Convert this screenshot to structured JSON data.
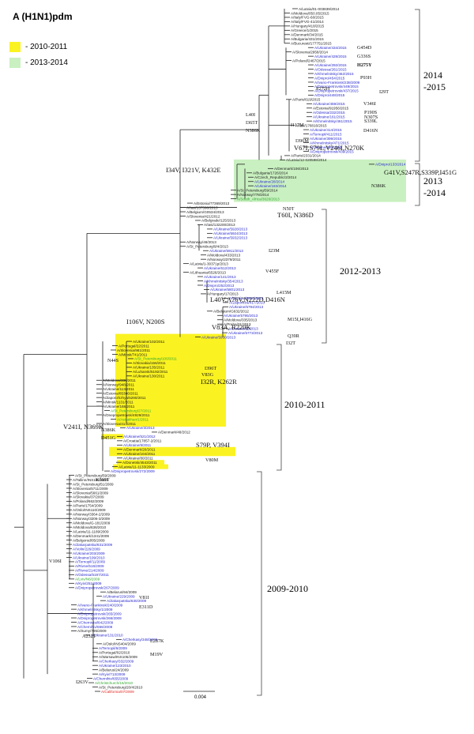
{
  "title": "A (H1N1)pdm",
  "legend": [
    {
      "label": "- 2010-2011",
      "color": "#fbf321"
    },
    {
      "label": "- 2013-2014",
      "color": "#c9f0c0"
    }
  ],
  "periods": [
    {
      "l1": "2014",
      "l2": "-2015"
    },
    {
      "l1": "2013",
      "l2": "-2014"
    },
    {
      "l1": "2012-2013",
      "l2": ""
    },
    {
      "l1": "2010-2011",
      "l2": ""
    },
    {
      "l1": "2009-2010",
      "l2": ""
    }
  ],
  "scale_label": "0.004",
  "colors": {
    "black": "#1a1a1a",
    "blue": "#2a2ad0",
    "green": "#2ea82e",
    "red": "#e0261e"
  },
  "leaves": [
    [
      "A/Latvia/01-003839/2014",
      "k"
    ],
    [
      "A/Moldova/050.05/2015",
      "k"
    ],
    [
      "A/Italy/FVG-60/2015",
      "k"
    ],
    [
      "A/Italy/FVG-41/2014",
      "k"
    ],
    [
      "A/Hungary/418/2015",
      "k"
    ],
    [
      "A/Greece/1/2015",
      "k"
    ],
    [
      "A/Denmark/34/2015",
      "k"
    ],
    [
      "A/Bulgaria/431/2015",
      "k"
    ],
    [
      "A/Bucuresti/177751/2015",
      "k"
    ],
    [
      "A/Ukraine/434/2015",
      "b"
    ],
    [
      "A/Slovenia/2958/2014",
      "k"
    ],
    [
      "A/Ukraine/428/2015",
      "b"
    ],
    [
      "A/Poland/2467/2015",
      "k"
    ],
    [
      "A/Ukraine/292/2015",
      "b"
    ],
    [
      "A/Odessa/261/2015",
      "b"
    ],
    [
      "A/Khmelnitsky/462/2015",
      "b"
    ],
    [
      "A/Dnipro/454/2015",
      "b"
    ],
    [
      "A/Ivano-Frankivsk/238/2009",
      "b"
    ],
    [
      "A/Dnipropetrovsk/449/2015",
      "b"
    ],
    [
      "A/Dnipropetrovsk/437/2015",
      "b"
    ],
    [
      "A/Dnipro/448/2015",
      "b"
    ],
    [
      "A/Paris/619/2015",
      "k"
    ],
    [
      "A/Ukraine/459/2015",
      "b"
    ],
    [
      "A/Estonia/91956/2015",
      "k"
    ],
    [
      "A/Odessa/232/2015",
      "b"
    ],
    [
      "A/Ukraine/161/2015",
      "b"
    ],
    [
      "A/Khmelnitsky/461/2015",
      "b"
    ],
    [
      "A/Iasi/176816/2015",
      "k"
    ],
    [
      "A/Ukraine/414/2015",
      "b"
    ],
    [
      "A/Ternopil/411/2015",
      "b"
    ],
    [
      "A/Ukraine/399/2015",
      "b"
    ],
    [
      "A/Khmelnitsky/471/2015",
      "b"
    ],
    [
      "A/Ukraine/395/2015",
      "b"
    ],
    [
      "A/Dnipropetrovsk/439/2015",
      "b"
    ],
    [
      "A/Paris/2331/2014",
      "k"
    ],
    [
      "A/Latvia/12-020598/2014",
      "k"
    ],
    [
      "A/Dnipro/133/2014",
      "b"
    ],
    [
      "A/Denmark/106/2013",
      "k"
    ],
    [
      "A/Bulgaria/1726/2014",
      "k"
    ],
    [
      "A/Czech_Republic/2/2014",
      "k"
    ],
    [
      "A/Ukraine/28/2014",
      "b"
    ],
    [
      "A/Ukraine/183/2014",
      "b"
    ],
    [
      "A/St_Petersburg/59/2014",
      "k"
    ],
    [
      "A/Norway/778/2014",
      "k"
    ],
    [
      "A/South_Africa/3626/2013",
      "g"
    ],
    [
      "A/Estonia/77369/2013",
      "k"
    ],
    [
      "A/Iasi/137598/2013",
      "k"
    ],
    [
      "A/Belgium/G0534/2013",
      "k"
    ],
    [
      "A/Slovenia/421/2012",
      "k"
    ],
    [
      "A/Belgrade/125/2013",
      "k"
    ],
    [
      "A/Iasi/132200/2013",
      "k"
    ],
    [
      "A/Ukraine/5928/2013",
      "b"
    ],
    [
      "A/Ukraine/5924/2013",
      "b"
    ],
    [
      "A/Ukraine/5932/2013",
      "b"
    ],
    [
      "A/Norway/46/2013",
      "k"
    ],
    [
      "A/St_Petersburg/9/4/2013",
      "k"
    ],
    [
      "A/Ukraine/5911/2013",
      "b"
    ],
    [
      "A/Moldova/433/2013",
      "k"
    ],
    [
      "A/Norway/2379/2011",
      "k"
    ],
    [
      "A/Latvia/1-30371p/2013",
      "k"
    ],
    [
      "A/Ukraine/612/2013",
      "b"
    ],
    [
      "A/Lithuania/6526/2013",
      "k"
    ],
    [
      "A/Ukraine/141/2013",
      "b"
    ],
    [
      "A/Khmelnitsky/354/2013",
      "b"
    ],
    [
      "A/Dnipro/252/2013",
      "b"
    ],
    [
      "A/Ukraine/5801/2013",
      "b"
    ],
    [
      "A/Hungary/17/2013",
      "k"
    ],
    [
      "A/Ukraine/5608/2013",
      "b"
    ],
    [
      "A/Zaporizza/417/2013",
      "b"
    ],
    [
      "A/Ukraine/5794/2013",
      "b"
    ],
    [
      "A/Belgium/G632/2012",
      "k"
    ],
    [
      "A/Ukraine/5795/2013",
      "b"
    ],
    [
      "A/Moldova/335/2013",
      "k"
    ],
    [
      "A/Praha/31/2013",
      "k"
    ],
    [
      "A/Ukraine/11/2013",
      "b"
    ],
    [
      "A/Ukraine/5773/2013",
      "b"
    ],
    [
      "A/Ukraine/5930/2013",
      "b"
    ],
    [
      "A/Ukraine/102/2011",
      "k"
    ],
    [
      "A/Portugal/22/2011",
      "k"
    ],
    [
      "A/Slovenia/981/2011",
      "k"
    ],
    [
      "A/Minsk/741/2011",
      "k"
    ],
    [
      "A/St_Petersburg/100/2011",
      "g"
    ],
    [
      "A/Slovakia/156/2011",
      "k"
    ],
    [
      "A/Ukraine/135/2011",
      "k"
    ],
    [
      "A/Luhansk/5192/2011",
      "k"
    ],
    [
      "A/Ukraine/130/2011",
      "k"
    ],
    [
      "A/Moldova/336/2011",
      "k"
    ],
    [
      "A/Norway/948/2011",
      "k"
    ],
    [
      "A/Ukraine/113/2011",
      "k"
    ],
    [
      "A/Estonia/85306/2011",
      "k"
    ],
    [
      "A/Zaporizhzhya/5290/2011",
      "k"
    ],
    [
      "A/Minsk/1131/2011",
      "k"
    ],
    [
      "A/Ukraine/168/2011",
      "k"
    ],
    [
      "A/St_Petersburg/27/2011",
      "g"
    ],
    [
      "A/Dnepropetrovsk/4929/2011",
      "k"
    ],
    [
      "A/Astrakhan/1/2011",
      "g"
    ],
    [
      "A/Slovenia/414/2011",
      "k"
    ],
    [
      "A/Ukraine/3/2013",
      "b"
    ],
    [
      "A/Denmark/48/2012",
      "k"
    ],
    [
      "A/Ukraine/521/2012",
      "b"
    ],
    [
      "A/Croatia/17857-2/2011",
      "k"
    ],
    [
      "A/Ukraine/9/2011",
      "b"
    ],
    [
      "A/Denmark/20/2011",
      "k"
    ],
    [
      "A/Ukraine/104/2011",
      "k"
    ],
    [
      "A/Ukraine/80/2011",
      "k"
    ],
    [
      "A/Donetsk/4543/2011",
      "k"
    ],
    [
      "A/Latvia/11-1133/2009",
      "k"
    ],
    [
      "A/Dnipropetrovsk/272/2009",
      "b"
    ],
    [
      "A/St_Petersburg/59/2009",
      "k"
    ],
    [
      "A/Tallinn/INS162/2010",
      "k"
    ],
    [
      "A/St_Petersburg/51/2009",
      "k"
    ],
    [
      "A/Slovenia/5711/2009",
      "k"
    ],
    [
      "A/Slovenia/5661/2009",
      "k"
    ],
    [
      "A/Slovakia/37/2009",
      "k"
    ],
    [
      "A/Poland/662/2009",
      "k"
    ],
    [
      "A/Paris/1754/2009",
      "k"
    ],
    [
      "A/Oslo/INS110/2009",
      "k"
    ],
    [
      "A/Norway/3364-2/2009",
      "k"
    ],
    [
      "A/Norway/3206-3/2009",
      "k"
    ],
    [
      "A/Moldova/G-181/2009",
      "k"
    ],
    [
      "A/Moldova/636/2010",
      "k"
    ],
    [
      "A/Latvia/11-1189/2009",
      "k"
    ],
    [
      "A/Denmark/1341/2009",
      "k"
    ],
    [
      "A/Belgorod/05/2009",
      "k"
    ],
    [
      "A/Zakarpatska/631/2009",
      "b"
    ],
    [
      "A/Volin/226/2009",
      "b"
    ],
    [
      "A/Ukraine/203/2009",
      "b"
    ],
    [
      "A/Ukraine/199/2010",
      "b"
    ],
    [
      "A/Ternopil/11/2009",
      "b"
    ],
    [
      "A/Rivne/516/2009",
      "b"
    ],
    [
      "A/Rivne/214/2009",
      "b"
    ],
    [
      "A/Odessa/5197/2011",
      "b"
    ],
    [
      "A/Lviv/N6/2009",
      "g"
    ],
    [
      "A/Kyiv/251/2009",
      "b"
    ],
    [
      "A/Dnipropetrovsk/267/2009",
      "b"
    ],
    [
      "A/Belarus/94/2009",
      "k"
    ],
    [
      "A/Ukraine/229/2009",
      "b"
    ],
    [
      "A/Zakarpatska/630/2009",
      "b"
    ],
    [
      "A/Ivano-Frankivsk/240/2009",
      "b"
    ],
    [
      "A/Khmelnitsky/1/2009",
      "b"
    ],
    [
      "A/Dnipropetrovsk/265/2009",
      "b"
    ],
    [
      "A/Dnipropetrovsk/266/2009",
      "b"
    ],
    [
      "A/Chernivtsi/642/2009",
      "b"
    ],
    [
      "A/Chernihiv/656/2009",
      "b"
    ],
    [
      "A/Sumy/795/2009",
      "k"
    ],
    [
      "A/Ukraine/131/2010",
      "b"
    ],
    [
      "A/Cherkasy/348/2009",
      "b"
    ],
    [
      "A/Oslo/INS404/2009",
      "k"
    ],
    [
      "A/Ternopil/6/2009",
      "b"
    ],
    [
      "A/Portugal/02/2010",
      "k"
    ],
    [
      "A/Warsaw/INS105/2009",
      "k"
    ],
    [
      "A/Cherkasy/332/2009",
      "b"
    ],
    [
      "A/Ukraine/123/2010",
      "b"
    ],
    [
      "A/Belarus/24/2009",
      "k"
    ],
    [
      "A/Kyiv/713/2009",
      "b"
    ],
    [
      "A/Chernihiv/655/2009",
      "b"
    ],
    [
      "A/Christchurch/16/2010",
      "g"
    ],
    [
      "A/St_Petersburg/20/4/2010",
      "k"
    ],
    [
      "A/California/07/2009",
      "r"
    ]
  ],
  "mutations": [
    "G454D",
    "G336S",
    "H275Y",
    "P93H",
    "I29T",
    "P272H",
    "V346I",
    "P190S",
    "N307S",
    "S339L",
    "D416N",
    "L40I",
    "I365T",
    "N386K",
    "I117M",
    "I396M",
    "V67I,S79L,V246I,N270K",
    "G41V,S247R,S339P,I451G",
    "I34V, I321V, K432E",
    "N386K",
    "N50T",
    "T60I, N386D",
    "I23M",
    "V455F",
    "L415M",
    "L40V,A76V,N222D,D416N",
    "M15I,I416G",
    "V83A, R220K",
    "Q39R",
    "I32T",
    "I106V, N200S",
    "N44S",
    "I396T",
    "V83G",
    "I32R, K262R",
    "V241I, N369K",
    "N386K",
    "D451G",
    "S79P, V394I",
    "V80M",
    "K369T",
    "V106I",
    "V81I",
    "E311D",
    "A232T",
    "E287K",
    "M19V",
    "I263V"
  ]
}
